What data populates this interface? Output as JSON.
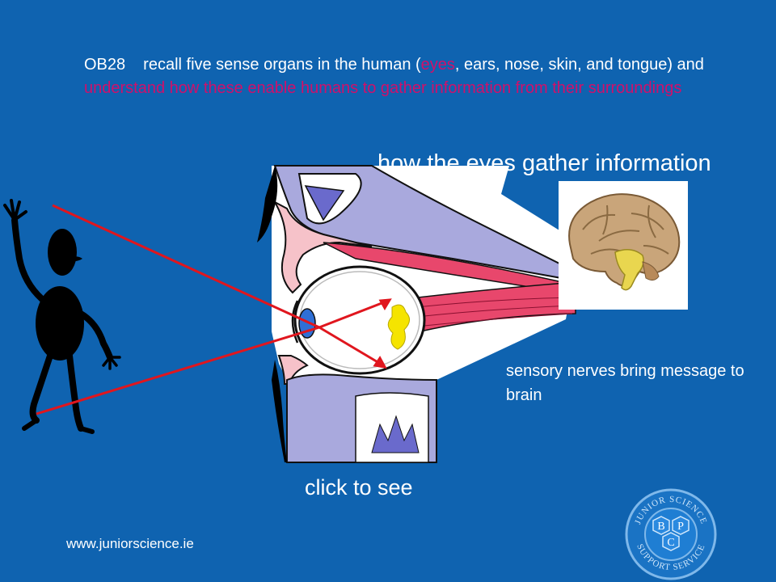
{
  "objective": {
    "code": "OB28",
    "text_before": "recall five sense organs in the human (",
    "highlight_word": "eyes",
    "text_middle": ", ears, nose, skin, and tongue) and ",
    "highlight_phrase": "understand how these enable humans to gather information from their surroundings"
  },
  "heading": "how the eyes gather information",
  "nerve_caption": "sensory nerves bring message to brain",
  "click_label": "click to see",
  "footer_url": "www.juniorscience.ie",
  "logo": {
    "ring_top": "JUNIOR SCIENCE",
    "ring_bottom": "SUPPORT SERVICE",
    "letters": [
      "B",
      "P",
      "C"
    ]
  },
  "colors": {
    "background": "#0f63b0",
    "highlight": "#d0106a",
    "light_ray": "#e0161e",
    "muscle": "#e8476c"
  }
}
